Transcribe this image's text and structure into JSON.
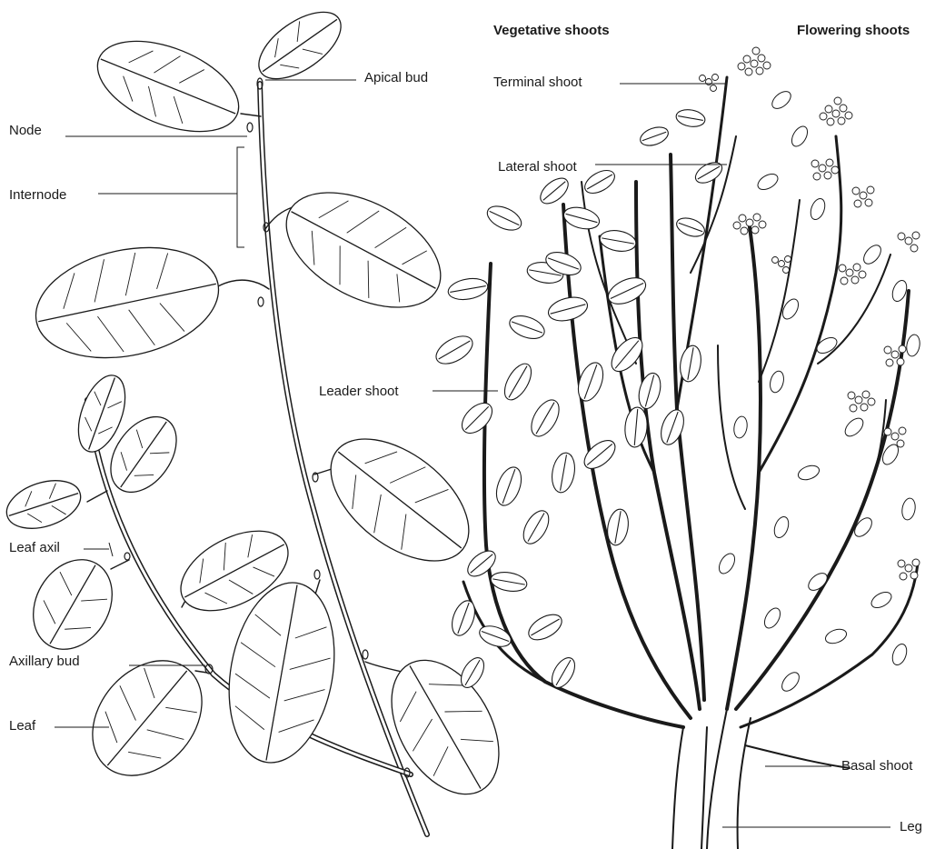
{
  "headings": {
    "vegetative": "Vegetative shoots",
    "flowering": "Flowering shoots"
  },
  "labels": {
    "apical_bud": "Apical bud",
    "node": "Node",
    "internode": "Internode",
    "terminal_shoot": "Terminal shoot",
    "lateral_shoot": "Lateral shoot",
    "leader_shoot": "Leader shoot",
    "leaf_axil": "Leaf axil",
    "axillary_bud": "Axillary bud",
    "leaf": "Leaf",
    "basal_shoot": "Basal shoot",
    "leg": "Leg"
  },
  "colors": {
    "ink": "#1a1a1a",
    "paper": "#ffffff"
  }
}
